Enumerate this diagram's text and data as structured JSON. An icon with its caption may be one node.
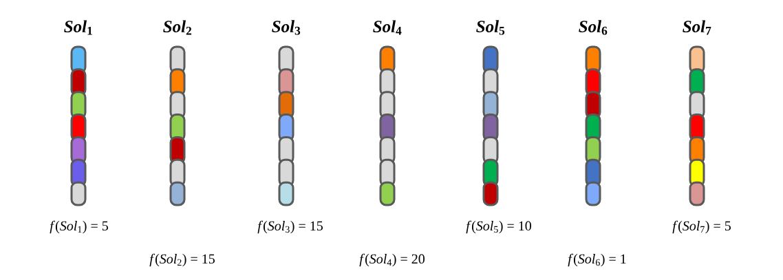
{
  "diagram": {
    "nodes": [
      {
        "text": [
          "*Sol*$_{1}$"
        ],
        "beside": [
          "*f*(*Sol*$_{1}$) = 5"
        ]
      },
      {
        "text": [
          "*Sol*$_{2}$"
        ],
        "beside": [
          "*f*(*Sol*$_{2}$) = 15"
        ]
      },
      {
        "text": [
          "*Sol*$_{3}$"
        ],
        "beside": [
          "*f*(*Sol*$_{3}$) = 15"
        ]
      },
      {
        "text": [
          "*Sol*$_{4}$"
        ],
        "beside": [
          "*f*(*Sol*$_{4}$) = 20"
        ]
      },
      {
        "text": [
          "*Sol*$_{5}$"
        ],
        "beside": [
          "*f*(*Sol*$_{5}$) = 10"
        ]
      },
      {
        "text": [
          "*Sol*$_{6}$"
        ],
        "beside": [
          "*f*(*Sol*$_{6}$) = 1"
        ]
      },
      {
        "text": [
          "*Sol*$_{7}$"
        ],
        "beside": [
          "*f*(*Sol*$_{7}$) = 5"
        ]
      }
    ]
  }
}
